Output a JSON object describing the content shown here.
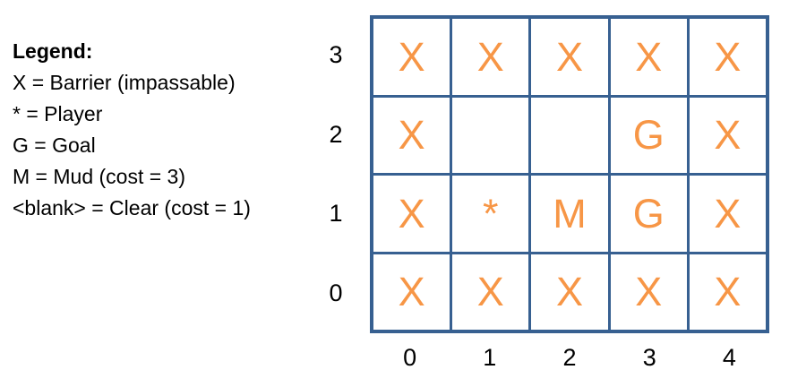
{
  "legend": {
    "title": "Legend:",
    "items": [
      "X = Barrier (impassable)",
      "* = Player",
      "G = Goal",
      "M = Mud (cost = 3)",
      "<blank> = Clear (cost = 1)"
    ]
  },
  "grid": {
    "row_labels": [
      "3",
      "2",
      "1",
      "0"
    ],
    "col_labels": [
      "0",
      "1",
      "2",
      "3",
      "4"
    ],
    "rows": [
      {
        "y": "3",
        "cells": [
          "X",
          "X",
          "X",
          "X",
          "X"
        ]
      },
      {
        "y": "2",
        "cells": [
          "X",
          "",
          "",
          "G",
          "X"
        ]
      },
      {
        "y": "1",
        "cells": [
          "X",
          "*",
          "M",
          "G",
          "X"
        ]
      },
      {
        "y": "0",
        "cells": [
          "X",
          "X",
          "X",
          "X",
          "X"
        ]
      }
    ]
  },
  "colors": {
    "grid_border": "#376091",
    "cell_text": "#F79646",
    "label_text": "#000000",
    "bg": "#ffffff"
  }
}
